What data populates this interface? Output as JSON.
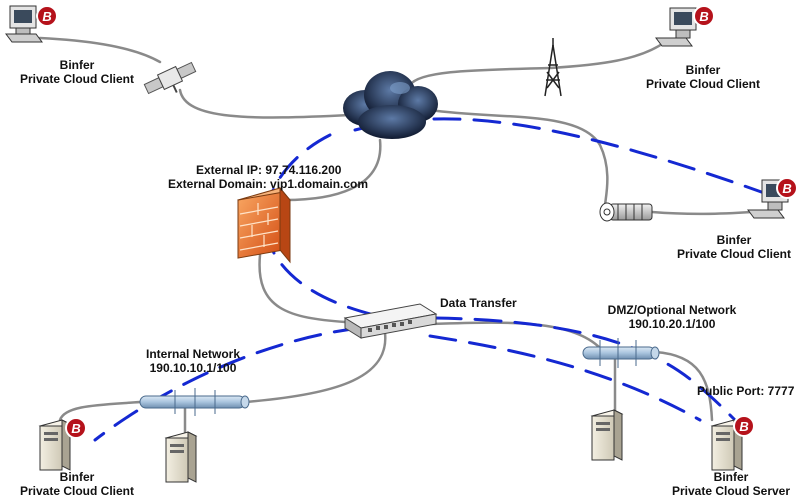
{
  "nodes": {
    "client_top_left": {
      "name": "Binfer",
      "role": "Private Cloud Client"
    },
    "client_top_right": {
      "name": "Binfer",
      "role": "Private Cloud Client"
    },
    "client_mid_right": {
      "name": "Binfer",
      "role": "Private Cloud Client"
    },
    "client_bottom_left": {
      "name": "Binfer",
      "role": "Private Cloud Client"
    },
    "server": {
      "name": "Binfer",
      "role": "Private Cloud Server"
    }
  },
  "firewall": {
    "external_ip": "External IP: 97.74.116.200",
    "external_domain": "External Domain: vip1.domain.com"
  },
  "switch": {
    "label": "Data Transfer"
  },
  "internal_network": {
    "title": "Internal Network",
    "range": "190.10.10.1/100"
  },
  "dmz_network": {
    "title": "DMZ/Optional Network",
    "range": "190.10.20.1/100"
  },
  "public_port": "Public Port: 7777",
  "badge_letter": "B",
  "colors": {
    "cable": "#8a8a8a",
    "transfer_path": "#1428d2",
    "badge": "#b5121b",
    "firewall": "#e8702a",
    "cloud": "#1e2a44",
    "bus": "#a9c4de"
  }
}
